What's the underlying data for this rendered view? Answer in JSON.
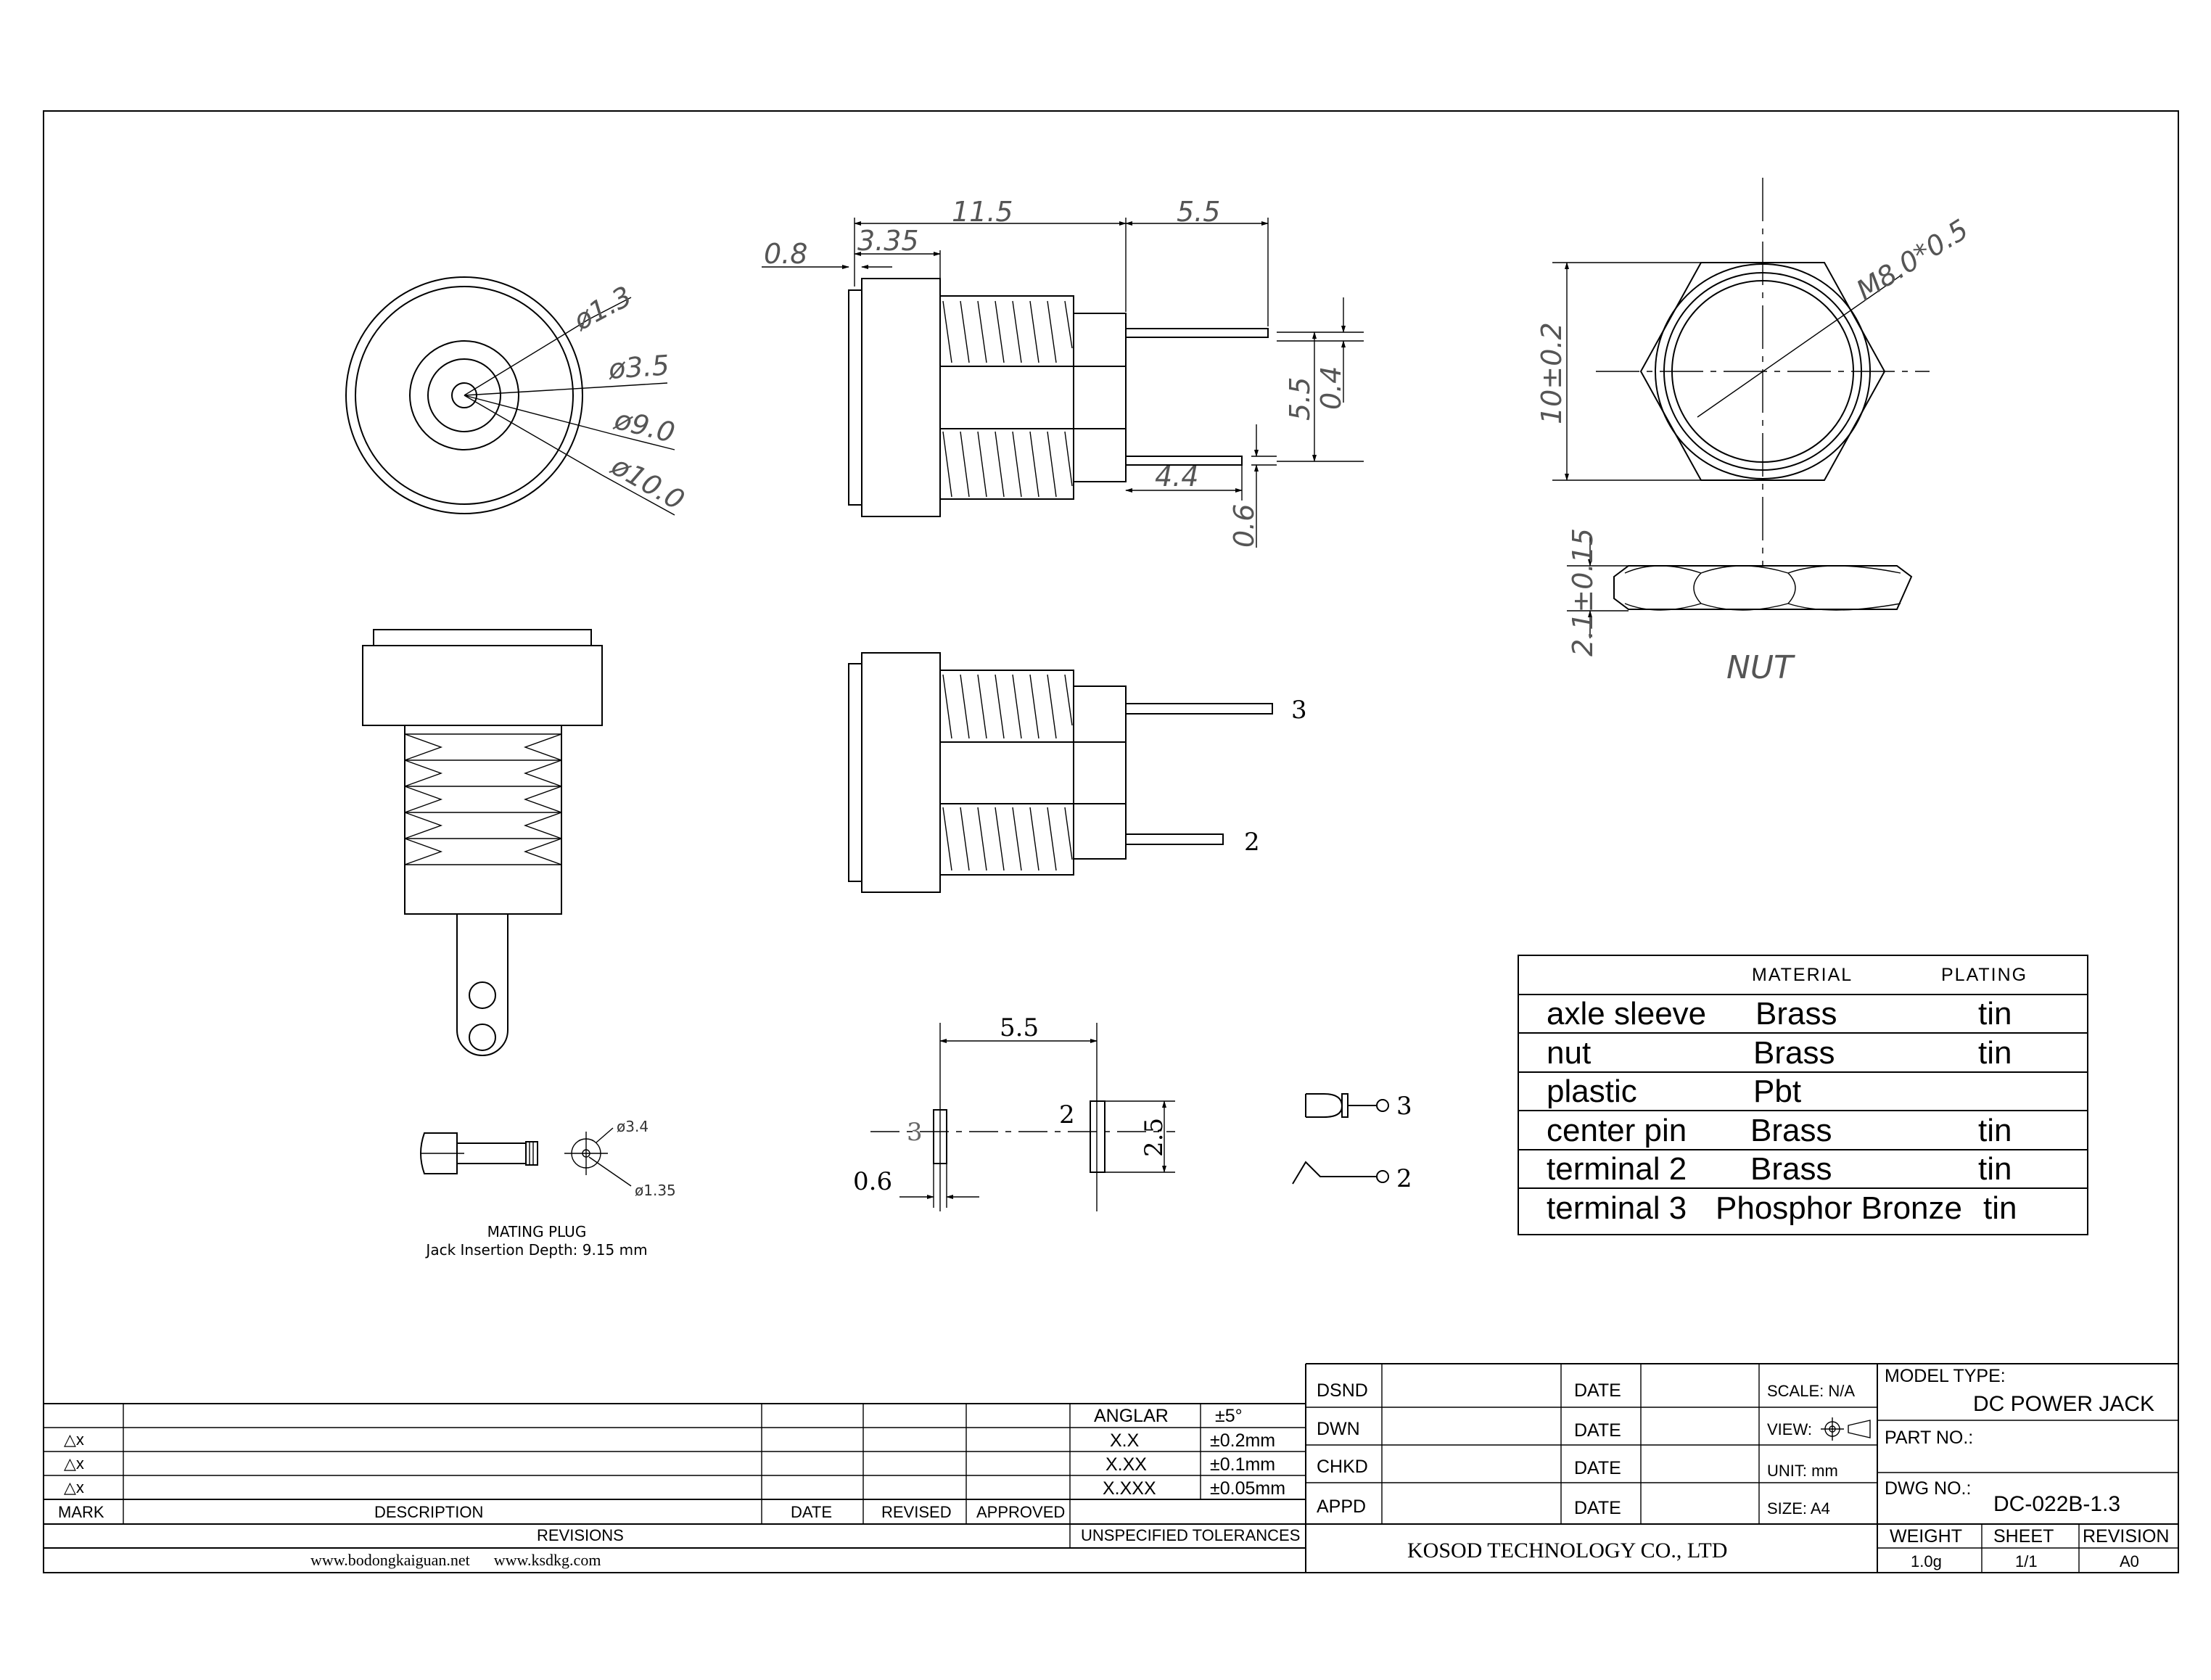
{
  "front_view": {
    "dims": [
      "ø1.3",
      "ø3.5",
      "ø9.0",
      "ø10.0"
    ]
  },
  "side_view": {
    "dims": [
      "11.5",
      "5.5",
      "3.35",
      "0.8",
      "5.5",
      "0.4",
      "4.4",
      "0.6"
    ]
  },
  "nut_view": {
    "thread_label": "M8.0*0.5",
    "width_label": "10±0.2",
    "thickness_label": "2.1±0.15",
    "title": "NUT"
  },
  "pins_view": {
    "pin3": "3",
    "pin2": "2"
  },
  "bottom_view": {
    "spacing": "5.5",
    "height": "2.5",
    "thickness": "0.6",
    "label3": "3",
    "label2": "2"
  },
  "schematic": {
    "pin3": "3",
    "pin2": "2"
  },
  "mating_plug": {
    "dia_outer": "ø3.4",
    "dia_inner": "ø1.35",
    "title": "MATING PLUG",
    "subtitle": "Jack Insertion Depth: 9.15 mm"
  },
  "materials": {
    "headers": [
      "MATERIAL",
      "PLATING"
    ],
    "rows": [
      {
        "part": "axle sleeve",
        "material": "Brass",
        "plating": "tin"
      },
      {
        "part": "nut",
        "material": "Brass",
        "plating": "tin"
      },
      {
        "part": "plastic",
        "material": "Pbt",
        "plating": ""
      },
      {
        "part": "center pin",
        "material": "Brass",
        "plating": "tin"
      },
      {
        "part": "terminal 2",
        "material": "Brass",
        "plating": "tin"
      },
      {
        "part": "terminal 3",
        "material": "Phosphor Bronze",
        "plating": "tin"
      }
    ]
  },
  "revisions": {
    "marks": [
      "△x",
      "△x",
      "△x"
    ],
    "headers": {
      "mark": "MARK",
      "description": "DESCRIPTION",
      "date": "DATE",
      "revised": "REVISED",
      "approved": "APPROVED"
    },
    "footer": "REVISIONS",
    "websites": "www.bodongkaiguan.net      www.ksdkg.com"
  },
  "tolerances": {
    "rows": [
      {
        "label": "ANGLAR",
        "value": "±5°"
      },
      {
        "label": "X.X",
        "value": "±0.2mm"
      },
      {
        "label": "X.XX",
        "value": "±0.1mm"
      },
      {
        "label": "X.XXX",
        "value": "±0.05mm"
      }
    ],
    "footer": "UNSPECIFIED TOLERANCES"
  },
  "title_block": {
    "roles": [
      "DSND",
      "DWN",
      "CHKD",
      "APPD"
    ],
    "date_label": "DATE",
    "scale": "SCALE: N/A",
    "view": "VIEW:",
    "unit": "UNIT: mm",
    "size": "SIZE: A4",
    "model_type_label": "MODEL TYPE:",
    "model_type": "DC POWER JACK",
    "part_no_label": "PART NO.:",
    "dwg_no_label": "DWG NO.:",
    "dwg_no": "DC-022B-1.3",
    "company": "KOSOD TECHNOLOGY CO., LTD",
    "weight_label": "WEIGHT",
    "weight": "1.0g",
    "sheet_label": "SHEET",
    "sheet": "1/1",
    "revision_label": "REVISION",
    "revision": "A0"
  }
}
